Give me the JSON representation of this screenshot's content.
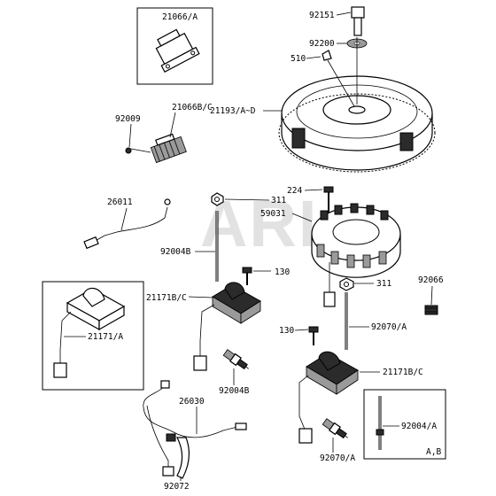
{
  "watermark": "ARI",
  "parts": [
    {
      "id": "p21066a",
      "label": "21066/A"
    },
    {
      "id": "p92151",
      "label": "92151"
    },
    {
      "id": "p92200",
      "label": "92200"
    },
    {
      "id": "p510",
      "label": "510"
    },
    {
      "id": "p21066bc",
      "label": "21066B/C"
    },
    {
      "id": "p92009",
      "label": "92009"
    },
    {
      "id": "p21193",
      "label": "21193/A~D"
    },
    {
      "id": "p224",
      "label": "224"
    },
    {
      "id": "p311a",
      "label": "311"
    },
    {
      "id": "p26011",
      "label": "26011"
    },
    {
      "id": "p59031",
      "label": "59031"
    },
    {
      "id": "p92004b1",
      "label": "92004B"
    },
    {
      "id": "p130a",
      "label": "130"
    },
    {
      "id": "p21171bc1",
      "label": "21171B/C"
    },
    {
      "id": "p311b",
      "label": "311"
    },
    {
      "id": "p92066",
      "label": "92066"
    },
    {
      "id": "p21171a",
      "label": "21171/A"
    },
    {
      "id": "p130b",
      "label": "130"
    },
    {
      "id": "p92004b2",
      "label": "92004B"
    },
    {
      "id": "p92070a1",
      "label": "92070/A"
    },
    {
      "id": "p21171bc2",
      "label": "21171B/C"
    },
    {
      "id": "p26030",
      "label": "26030"
    },
    {
      "id": "p92004a",
      "label": "92004/A"
    },
    {
      "id": "pab",
      "label": "A,B"
    },
    {
      "id": "p92070a2",
      "label": "92070/A"
    },
    {
      "id": "p92072",
      "label": "92072"
    }
  ]
}
